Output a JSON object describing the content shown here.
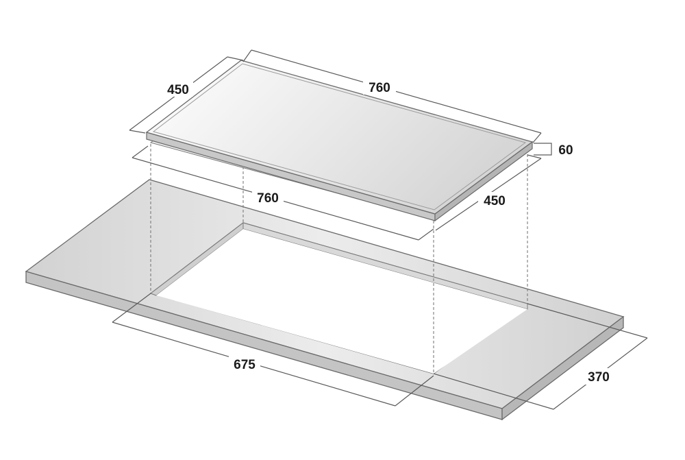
{
  "diagram": {
    "hob": {
      "width_label": "760",
      "depth_label": "450",
      "height_label": "60",
      "base_width_label": "760",
      "base_depth_label": "450"
    },
    "cutout": {
      "width_label": "675",
      "depth_label": "370"
    },
    "colors": {
      "dimension_line": "#5a5a5a",
      "surface_light": "#f4f4f4",
      "surface_dark": "#c9c9c9",
      "edge": "#6a6a6a",
      "text": "#1a1a1a"
    }
  }
}
